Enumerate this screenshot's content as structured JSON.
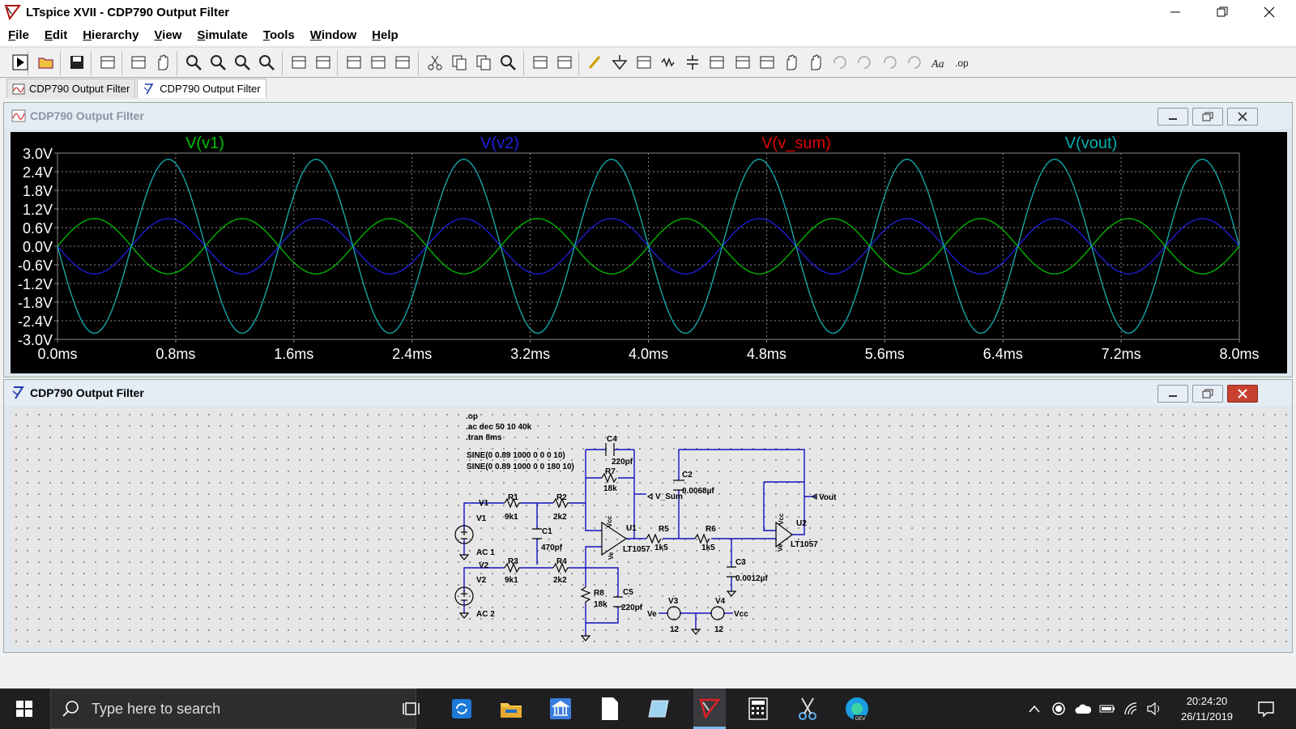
{
  "window": {
    "title": "LTspice XVII - CDP790 Output Filter"
  },
  "menu": [
    {
      "key": "F",
      "rest": "ile"
    },
    {
      "key": "E",
      "rest": "dit"
    },
    {
      "key": "H",
      "rest": "ierarchy"
    },
    {
      "key": "V",
      "rest": "iew"
    },
    {
      "key": "S",
      "rest": "imulate"
    },
    {
      "key": "T",
      "rest": "ools"
    },
    {
      "key": "W",
      "rest": "indow"
    },
    {
      "key": "H",
      "rest": "elp"
    }
  ],
  "tabs": [
    {
      "label": "CDP790 Output Filter",
      "kind": "waveform",
      "active": false
    },
    {
      "label": "CDP790 Output Filter",
      "kind": "schematic",
      "active": true
    }
  ],
  "plot_window": {
    "title": "CDP790 Output Filter"
  },
  "schematic_window": {
    "title": "CDP790 Output Filter",
    "directives": [
      ".op",
      ".ac dec 50 10 40k",
      ".tran 8ms"
    ],
    "source_specs": [
      "SINE(0 0.89 1000 0 0 0 10)",
      "SINE(0 0.89 1000 0 0 180 10)"
    ],
    "labels": {
      "C4": "C4",
      "C4v": "220pf",
      "R7": "R7",
      "R7v": "18k",
      "vsum": "V_Sum",
      "C2": "C2",
      "C2v": "0.0068µf",
      "vout": "Vout",
      "V1": "V1",
      "V1b": "V1",
      "R1": "R1",
      "R1v": "9k1",
      "R2": "R2",
      "R2v": "2k2",
      "C1": "C1",
      "C1v": "470pf",
      "U1": "U1",
      "U1v": "LT1057",
      "R5": "R5",
      "R5v": "1k5",
      "R6": "R6",
      "R6v": "1k5",
      "U2": "U2",
      "U2v": "LT1057",
      "AC1": "AC 1",
      "V2": "V2",
      "V2b": "V2",
      "R3": "R3",
      "R3v": "9k1",
      "R4": "R4",
      "R4v": "2k2",
      "C3": "C3",
      "C3v": "0.0012µf",
      "R8": "R8",
      "R8v": "18k",
      "C5": "C5",
      "C5v": "220pf",
      "AC2": "AC 2",
      "V3": "V3",
      "V3v": "12",
      "V4": "V4",
      "V4v": "12",
      "Ve": "Ve",
      "Vcc": "Vcc",
      "Vcc1": "Vcc",
      "Ve1": "Ve",
      "Vcc2": "Vcc",
      "Ve2": "Ve"
    }
  },
  "taskbar": {
    "search_placeholder": "Type here to search",
    "time": "20:24:20",
    "date": "26/11/2019"
  },
  "colors": {
    "v1": "#00c000",
    "v2": "#2020e0",
    "v_sum": "#e00000",
    "vout": "#00b0b0",
    "wire": "#1010c0",
    "plot_bg": "#000000",
    "taskbar_bg": "#1f1f22"
  },
  "chart_data": {
    "type": "line",
    "title": "",
    "xlabel": "",
    "ylabel": "",
    "xlim": [
      0,
      8
    ],
    "ylim": [
      -3.0,
      3.0
    ],
    "x_unit": "ms",
    "y_unit": "V",
    "xticks": [
      "0.0ms",
      "0.8ms",
      "1.6ms",
      "2.4ms",
      "3.2ms",
      "4.0ms",
      "4.8ms",
      "5.6ms",
      "6.4ms",
      "7.2ms",
      "8.0ms"
    ],
    "yticks": [
      "3.0V",
      "2.4V",
      "1.8V",
      "1.2V",
      "0.6V",
      "0.0V",
      "-0.6V",
      "-1.2V",
      "-1.8V",
      "-2.4V",
      "-3.0V"
    ],
    "grid": true,
    "legend": "top",
    "series": [
      {
        "name": "V(v1)",
        "amplitude": 0.89,
        "freq_khz": 1.0,
        "phase_deg": 0,
        "color": "#00c000"
      },
      {
        "name": "V(v2)",
        "amplitude": 0.89,
        "freq_khz": 1.0,
        "phase_deg": 180,
        "color": "#2020e0"
      },
      {
        "name": "V(v_sum)",
        "amplitude": 2.8,
        "freq_khz": 1.0,
        "phase_deg": 180,
        "color": "#e00000"
      },
      {
        "name": "V(vout)",
        "amplitude": 2.8,
        "freq_khz": 1.0,
        "phase_deg": 180,
        "color": "#00b0b0"
      }
    ]
  }
}
